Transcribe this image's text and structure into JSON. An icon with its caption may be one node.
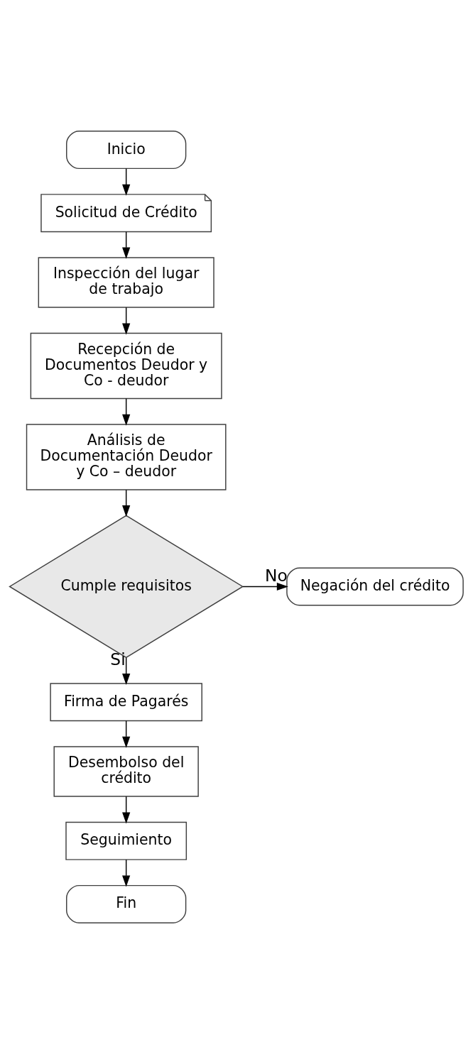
{
  "diagram": {
    "nodes": [
      {
        "text": [
          "Inicio"
        ]
      },
      {
        "text": [
          "Solicitud de Crédito"
        ]
      },
      {
        "text": [
          "Inspección del lugar de trabajo"
        ]
      },
      {
        "text": [
          "Recepción de Documentos Deudor y Co - deudor"
        ]
      },
      {
        "text": [
          "Análisis de Documentación Deudor y Co – deudor"
        ]
      },
      {
        "text": [
          "Cumple requisitos"
        ]
      },
      {
        "text": [
          "Negación del crédito"
        ]
      },
      {
        "text": [
          "Firma de Pagarés"
        ]
      },
      {
        "text": [
          "Desembolso del crédito"
        ]
      },
      {
        "text": [
          "Seguimiento"
        ]
      },
      {
        "text": [
          "Fin"
        ]
      }
    ],
    "edges": [
      {
        "from": 0,
        "to": 1,
        "arrow": "to"
      },
      {
        "from": 1,
        "to": 2,
        "arrow": "to"
      },
      {
        "from": 2,
        "to": 3,
        "arrow": "to"
      },
      {
        "from": 3,
        "to": 4,
        "arrow": "to"
      },
      {
        "from": 4,
        "to": 5,
        "arrow": "to"
      },
      {
        "from": 5,
        "to": 6,
        "arrow": "to",
        "label": "No"
      },
      {
        "from": 5,
        "to": 7,
        "arrow": "to",
        "label": "Si"
      },
      {
        "from": 7,
        "to": 8,
        "arrow": "to"
      },
      {
        "from": 8,
        "to": 9,
        "arrow": "to"
      },
      {
        "from": 9,
        "to": 10,
        "arrow": "to"
      }
    ]
  }
}
